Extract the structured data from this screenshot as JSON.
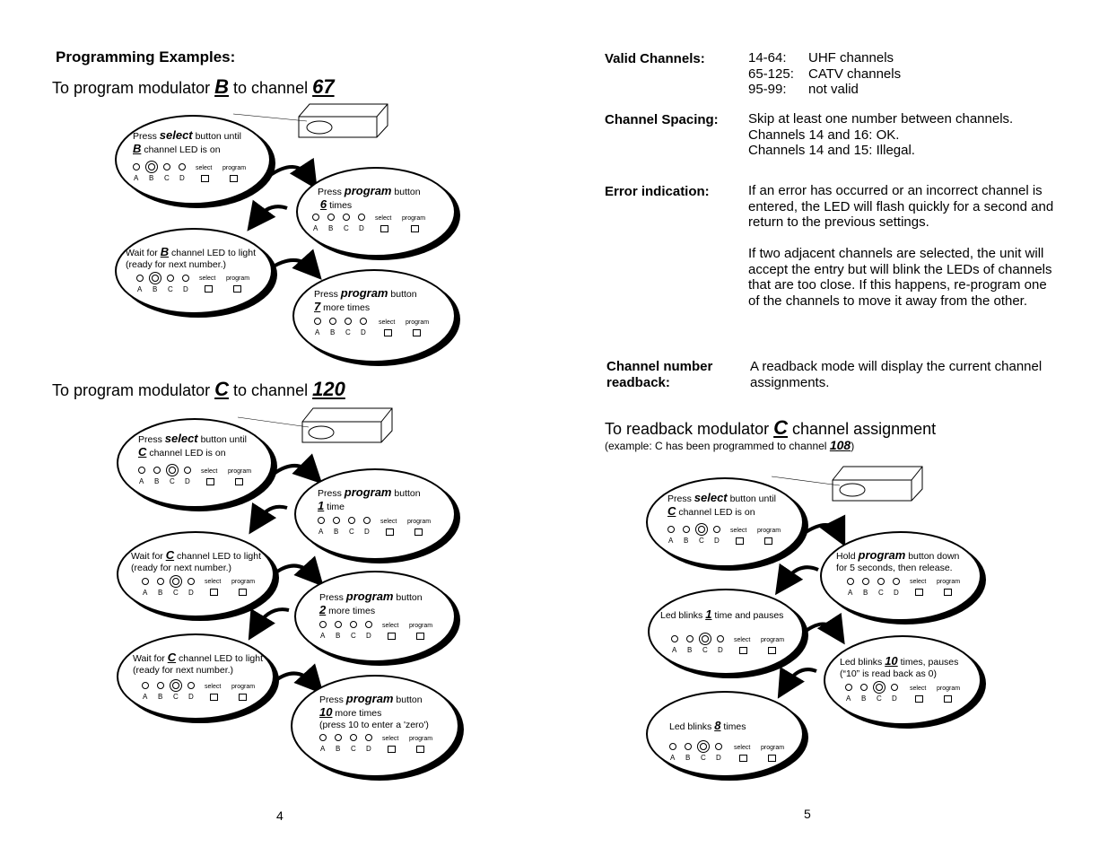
{
  "left": {
    "heading": "Programming Examples:",
    "ex1": {
      "pre": "To program modulator",
      "mod": "B",
      "mid": "to channel",
      "ch": "67"
    },
    "ex2": {
      "pre": "To program modulator",
      "mod": "C",
      "mid": "to channel",
      "ch": "120"
    },
    "page": "4"
  },
  "right": {
    "valid_label": "Valid Channels:",
    "valid_rows": [
      {
        "range": "14-64:",
        "desc": "UHF channels"
      },
      {
        "range": "65-125:",
        "desc": "CATV channels"
      },
      {
        "range": "95-99:",
        "desc": "not valid"
      }
    ],
    "spacing_label": "Channel Spacing:",
    "spacing_lines": [
      "Skip at least one number between channels.",
      "Channels 14 and 16: OK.",
      "Channels 14 and 15: Illegal."
    ],
    "error_label": "Error indication:",
    "error_p1": [
      "If an error has occurred or an incorrect channel is",
      "entered, the LED will flash quickly for a second and",
      "return to the previous settings."
    ],
    "error_p2": [
      "If two adjacent channels are selected, the unit will",
      "accept the entry but will blink the LEDs of channels",
      "that are too close.   If this happens, re-program one",
      "of the channels to move it away from the other."
    ],
    "readback_label_1": "Channel number",
    "readback_label_2": "readback:",
    "readback_text": [
      "A readback mode will display the current channel",
      "assignments."
    ],
    "ex3": {
      "pre": "To readback modulator",
      "mod": "C",
      "post": "channel assignment"
    },
    "ex3_note": {
      "pre": "(example: C has been programmed to channel",
      "ch": "108",
      "post": ")"
    },
    "page": "5"
  },
  "common": {
    "select": "select",
    "program": "program",
    "letters": [
      "A",
      "B",
      "C",
      "D"
    ]
  },
  "bubbles": {
    "b1": {
      "a": "Press",
      "b": "select",
      "c": "button until",
      "d": "B",
      "e": "channel LED is on"
    },
    "b2": {
      "a": "Press",
      "b": "program",
      "c": "button",
      "d": "6",
      "e": "times"
    },
    "b3": {
      "a": "Wait for",
      "b": "B",
      "c": "channel LED to light",
      "d": "(ready for next number.)"
    },
    "b4": {
      "a": "Press",
      "b": "program",
      "c": "button",
      "d": "7",
      "e": "more times"
    },
    "c1": {
      "a": "Press",
      "b": "select",
      "c": "button until",
      "d": "C",
      "e": "channel LED is on"
    },
    "c2": {
      "a": "Press",
      "b": "program",
      "c": "button",
      "d": "1",
      "e": "time"
    },
    "c3": {
      "a": "Wait for",
      "b": "C",
      "c": "channel LED to light",
      "d": "(ready for next number.)"
    },
    "c4": {
      "a": "Press",
      "b": "program",
      "c": "button",
      "d": "2",
      "e": "more times"
    },
    "c5": {
      "a": "Wait for",
      "b": "C",
      "c": "channel LED to light",
      "d": "(ready for next number.)"
    },
    "c6": {
      "a": "Press",
      "b": "program",
      "c": "button",
      "d": "10",
      "e": "more times",
      "f": "(press 10 to enter a 'zero')"
    },
    "r1": {
      "a": "Press",
      "b": "select",
      "c": "button until",
      "d": "C",
      "e": "channel LED is on"
    },
    "r2": {
      "a": "Hold",
      "b": "program",
      "c": "button down",
      "d": "for 5 seconds, then release."
    },
    "r3": {
      "a": "Led blinks",
      "b": "1",
      "c": "time and pauses"
    },
    "r4": {
      "a": "Led blinks",
      "b": "10",
      "c": "times, pauses",
      "d": "(“10” is read back as 0)"
    },
    "r5": {
      "a": "Led blinks",
      "b": "8",
      "c": "times"
    }
  }
}
